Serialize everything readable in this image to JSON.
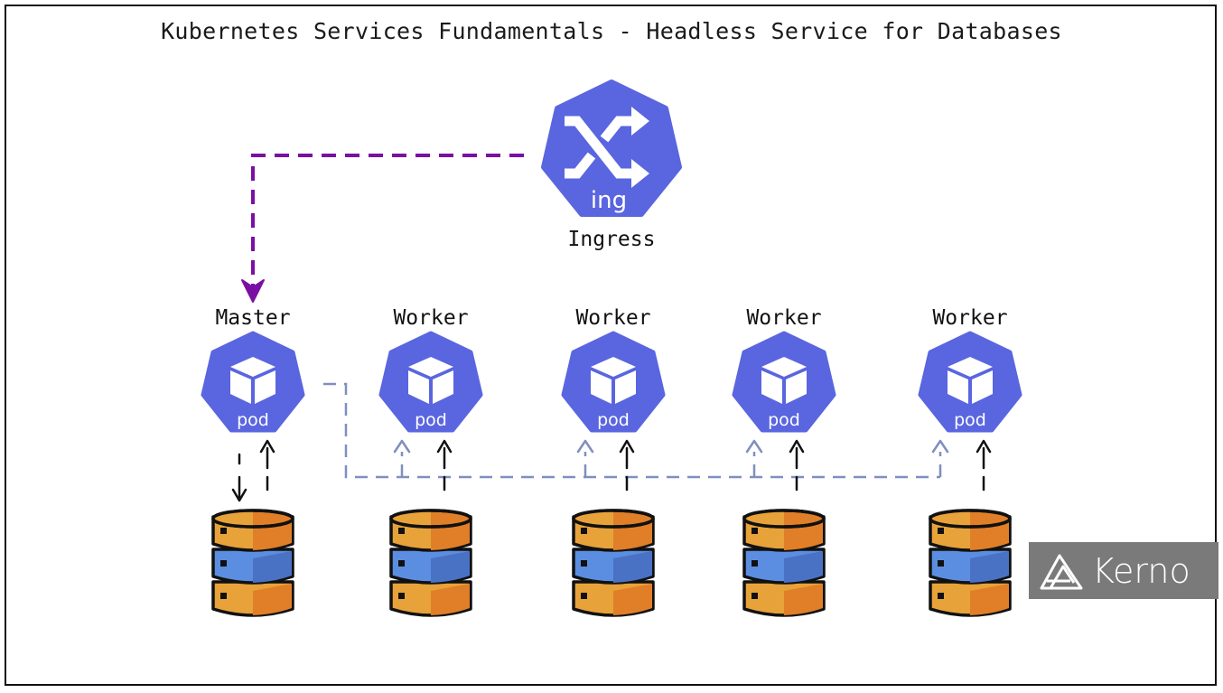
{
  "title": "Kubernetes Services Fundamentals - Headless Service for Databases",
  "ingress": {
    "label": "Ingress",
    "icon_text": "ing",
    "icon": "ingress-shuffle-icon"
  },
  "nodes": [
    {
      "label": "Master",
      "icon_text": "pod",
      "role": "master"
    },
    {
      "label": "Worker",
      "icon_text": "pod",
      "role": "worker"
    },
    {
      "label": "Worker",
      "icon_text": "pod",
      "role": "worker"
    },
    {
      "label": "Worker",
      "icon_text": "pod",
      "role": "worker"
    },
    {
      "label": "Worker",
      "icon_text": "pod",
      "role": "worker"
    }
  ],
  "database_icon": "database-stack-icon",
  "logo": {
    "text": "Kerno",
    "icon": "kerno-logo-icon"
  },
  "colors": {
    "k8s_blue": "#5a65e0",
    "ingress_arrow": "#7a0fa3",
    "replication_line": "#7f8fbf",
    "db_orange": "#e8a23a",
    "db_blue": "#5b8ee0",
    "logo_bg": "#7a7a7a"
  }
}
